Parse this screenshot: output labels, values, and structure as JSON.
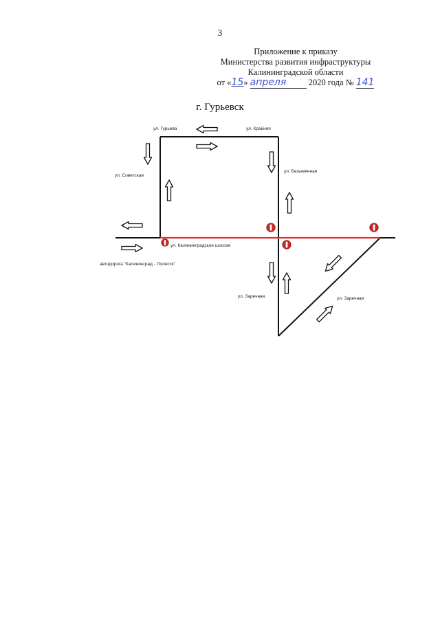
{
  "page_number": "3",
  "appendix": {
    "line1": "Приложение к приказу",
    "line2": "Министерства развития инфраструктуры",
    "line3": "Калининградской области",
    "from": "от «",
    "day": "15",
    "quote_close": "»",
    "month": "апреля",
    "year_text": "2020 года №",
    "number": "141"
  },
  "city": "г. Гурьевск",
  "map": {
    "streets": {
      "guryeva": "ул. Гурьева",
      "krainyaya": "ул. Крайняя",
      "sovetskaya": "ул. Советская",
      "bezymyannaya": "ул. Безымянная",
      "kaliningradskoe": "ул. Калининградское шоссее",
      "highway": "автодорога \"Калининград - Полесск\"",
      "zarechnaya_left": "ул. Заречная",
      "zarechnaya_right": "ул. Заречная"
    },
    "colors": {
      "road": "#111111",
      "main_road": "#e03030",
      "no_entry": "#c62828"
    }
  }
}
